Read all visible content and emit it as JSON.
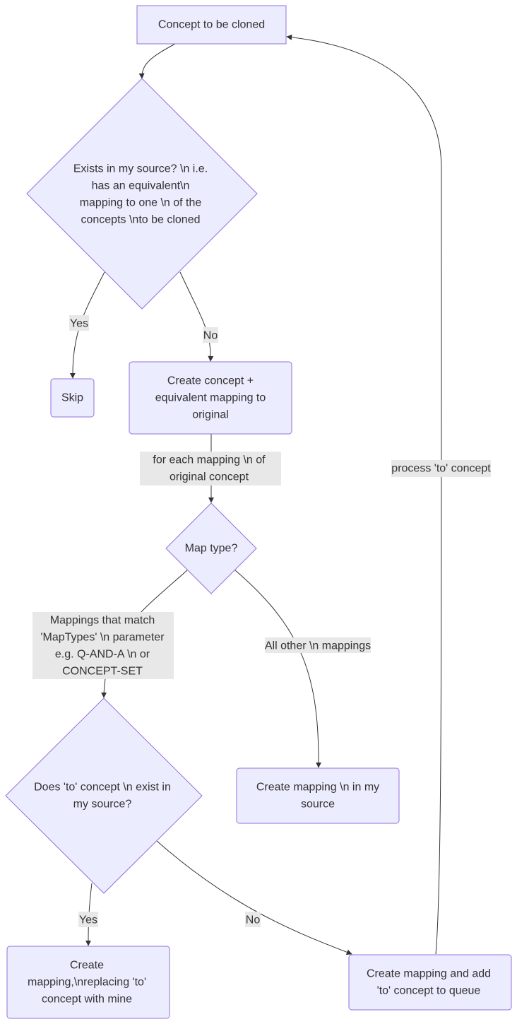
{
  "colors": {
    "node_fill": "#ECECFF",
    "node_stroke": "#9370DB",
    "edge": "#333333",
    "label_bg": "#E8E8E8",
    "text": "#333333"
  },
  "nodes": {
    "start": [
      "Concept to be cloned"
    ],
    "exists": [
      "Exists in my source? \\n i.e.",
      "has an equivalent\\n",
      "mapping to one \\n of the",
      "concepts \\nto be cloned"
    ],
    "skip": [
      "Skip"
    ],
    "create_concept": [
      "Create concept +",
      "equivalent mapping to",
      "original"
    ],
    "map_type": [
      "Map type?"
    ],
    "to_exists": [
      "Does 'to' concept \\n exist in",
      "my source?"
    ],
    "create_mapping": [
      "Create mapping \\n in my",
      "source"
    ],
    "replace_mapping": [
      "Create",
      "mapping,\\nreplacing 'to'",
      "concept with mine"
    ],
    "queue_mapping": [
      "Create mapping and add",
      "'to' concept to queue"
    ]
  },
  "edges": {
    "yes_skip": [
      "Yes"
    ],
    "no_create": [
      "No"
    ],
    "for_each": [
      "for each mapping \\n of",
      "original concept"
    ],
    "match_maptypes": [
      "Mappings that match",
      "'MapTypes' \\n parameter",
      "e.g. Q-AND-A \\n or",
      "CONCEPT-SET"
    ],
    "all_other": [
      "All other \\n mappings"
    ],
    "yes_replace": [
      "Yes"
    ],
    "no_queue": [
      "No"
    ],
    "process_to": [
      "process 'to' concept"
    ]
  }
}
